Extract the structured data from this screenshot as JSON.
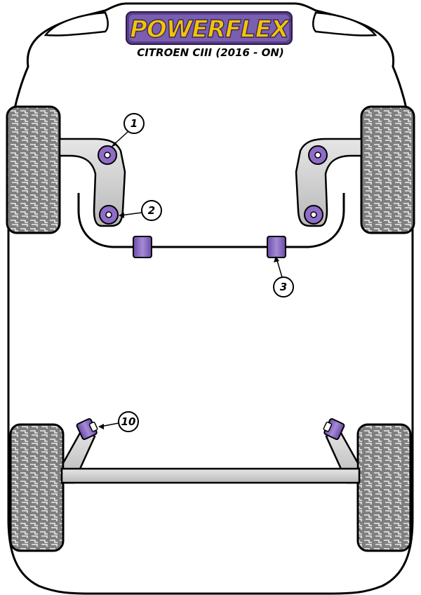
{
  "brand": {
    "logo_text": "POWERFLEX",
    "logo_fill": "#f2c500",
    "logo_background": "#5a3d8a"
  },
  "vehicle": {
    "title": "CITROEN CIII (2016 - ON)"
  },
  "colors": {
    "bush_purple": "#8f6cc7",
    "bush_purple_dark": "#5d3e96",
    "arm_grey": "#c8c8c8",
    "outline": "#000000"
  },
  "callouts": [
    {
      "number": "1",
      "part": "front-lower-arm-front-bush"
    },
    {
      "number": "2",
      "part": "front-lower-arm-rear-bush"
    },
    {
      "number": "3",
      "part": "front-anti-roll-bar-bush"
    },
    {
      "number": "10",
      "part": "rear-beam-mount-bush"
    }
  ]
}
